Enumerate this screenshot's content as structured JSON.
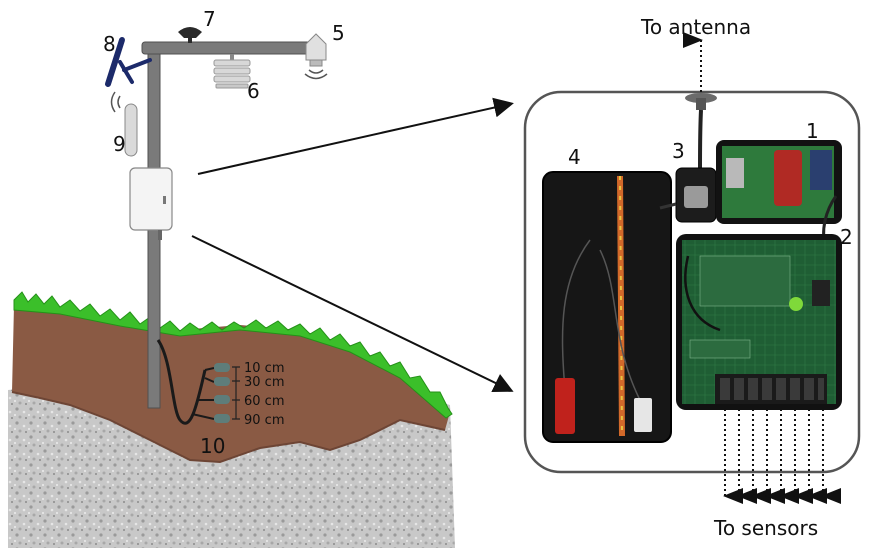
{
  "labels": {
    "antenna": "To antenna",
    "sensors": "To sensors",
    "n1": "1",
    "n2": "2",
    "n3": "3",
    "n4": "4",
    "n5": "5",
    "n6": "6",
    "n7": "7",
    "n8": "8",
    "n9": "9",
    "n10": "10"
  },
  "depths": [
    "10 cm",
    "30 cm",
    "60 cm",
    "90 cm"
  ],
  "colors": {
    "soil": "#8a5a44",
    "grass": "#3bbf2a",
    "gravel": "#c4c4c4",
    "pole": "#707070",
    "board_green": "#1f5e34",
    "battery": "#161616",
    "rope_orange": "#d2692a"
  }
}
